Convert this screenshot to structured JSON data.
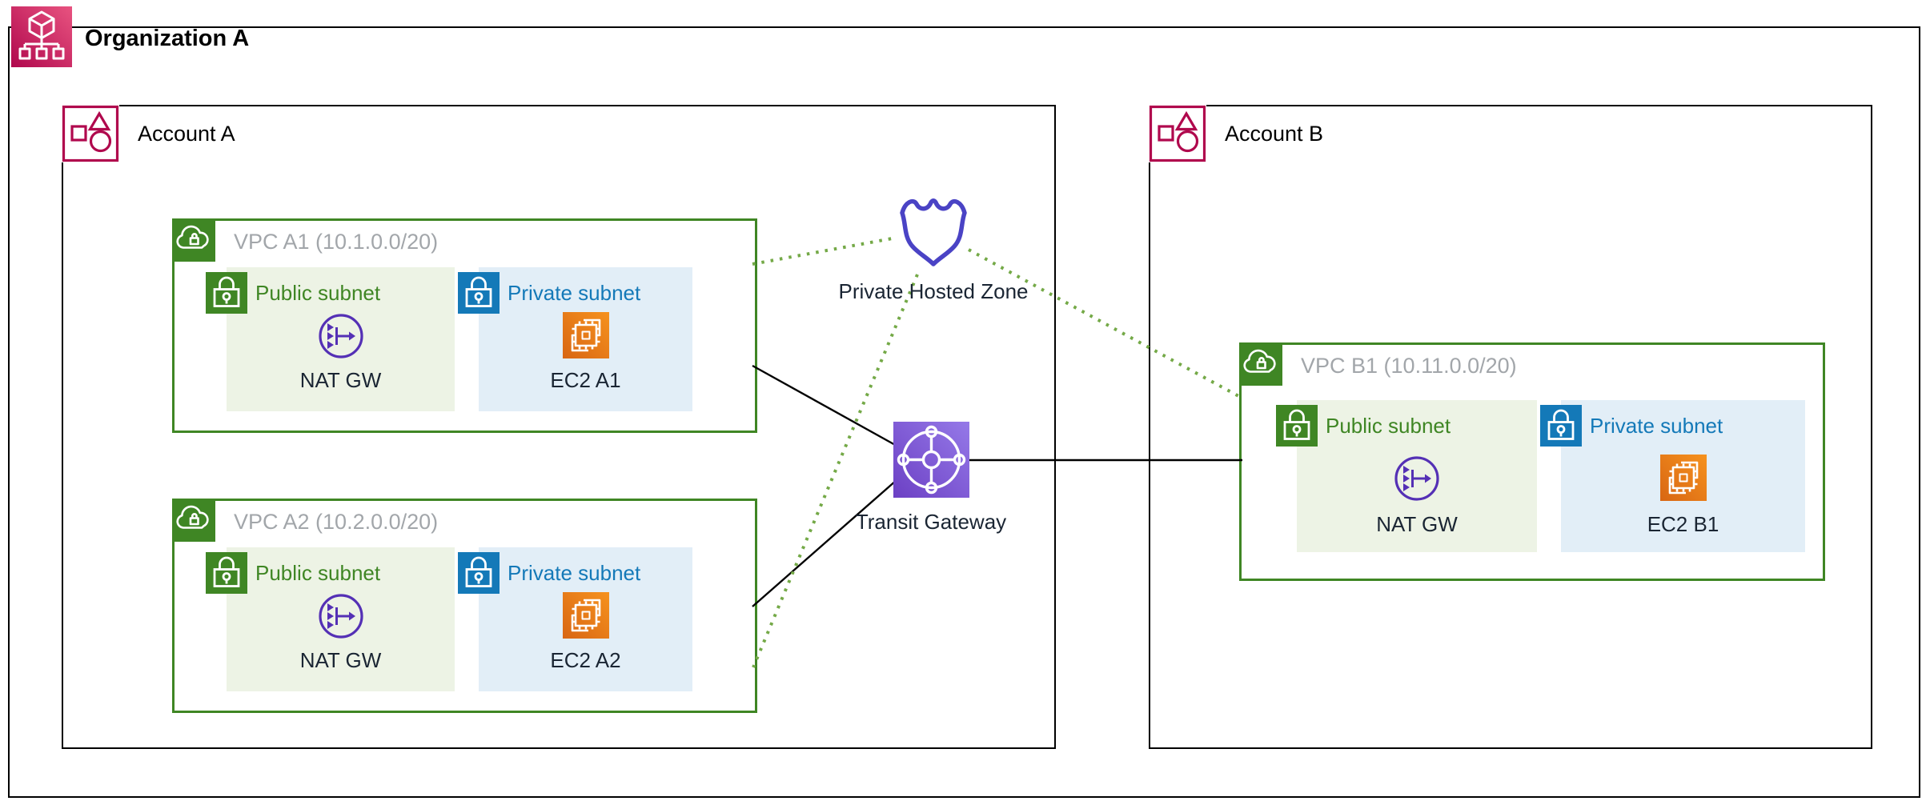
{
  "organization": {
    "label": "Organization A"
  },
  "accounts": {
    "a": {
      "label": "Account A"
    },
    "b": {
      "label": "Account B"
    }
  },
  "vpcs": {
    "a1": {
      "title": "VPC A1 (10.1.0.0/20)",
      "public_subnet": {
        "label": "Public subnet",
        "resource": "NAT GW"
      },
      "private_subnet": {
        "label": "Private subnet",
        "resource": "EC2 A1"
      }
    },
    "a2": {
      "title": "VPC A2 (10.2.0.0/20)",
      "public_subnet": {
        "label": "Public subnet",
        "resource": "NAT GW"
      },
      "private_subnet": {
        "label": "Private subnet",
        "resource": "EC2 A2"
      }
    },
    "b1": {
      "title": "VPC B1 (10.11.0.0/20)",
      "public_subnet": {
        "label": "Public subnet",
        "resource": "NAT GW"
      },
      "private_subnet": {
        "label": "Private subnet",
        "resource": "EC2 B1"
      }
    }
  },
  "shared": {
    "private_hosted_zone_label": "Private Hosted Zone",
    "transit_gateway_label": "Transit Gateway"
  },
  "connections": [
    {
      "from": "VPC A1",
      "to": "Transit Gateway",
      "style": "solid-black"
    },
    {
      "from": "VPC A2",
      "to": "Transit Gateway",
      "style": "solid-black"
    },
    {
      "from": "Transit Gateway",
      "to": "VPC B1",
      "style": "solid-black"
    },
    {
      "from": "VPC A1",
      "to": "Private Hosted Zone",
      "style": "dotted-green"
    },
    {
      "from": "Private Hosted Zone",
      "to": "VPC A2",
      "style": "dotted-green"
    },
    {
      "from": "Private Hosted Zone",
      "to": "VPC B1",
      "style": "dotted-green"
    }
  ],
  "icons": {
    "organizations_icon": "pink gradient square, white cube linked to three child squares",
    "account_icon": "crimson outlined square containing square, triangle and circle",
    "vpc_icon": "green square with white cloud and padlock",
    "public_subnet_lock_icon": "green square with white padlock",
    "private_subnet_lock_icon": "blue square with white padlock",
    "nat_gateway_icon": "purple circle with three arrows merging into one",
    "ec2_instance_icon": "orange gradient square with white processor chip",
    "private_hosted_zone_icon": "indigo shield outline",
    "transit_gateway_icon": "purple gradient square with hub-and-spoke wheel"
  },
  "colors": {
    "org_pink_light": "#e85380",
    "org_pink_dark": "#b0084d",
    "account_crimson": "#b0084d",
    "vpc_green": "#3f8624",
    "subnet_public_bg": "#edf3e5",
    "subnet_private_bg": "#e2eef7",
    "subnet_blue": "#1479b8",
    "nat_purple": "#5430b5",
    "ec2_orange_light": "#f6921e",
    "ec2_orange_dark": "#d86613",
    "shield_indigo": "#4a43c5",
    "tgw_purple_light": "#9579e8",
    "tgw_purple_dark": "#6c40c4",
    "dotted_green": "#74a947",
    "line_black": "#000000",
    "label_dark": "#1a2533",
    "vpc_title_gray": "#a2a6aa"
  }
}
